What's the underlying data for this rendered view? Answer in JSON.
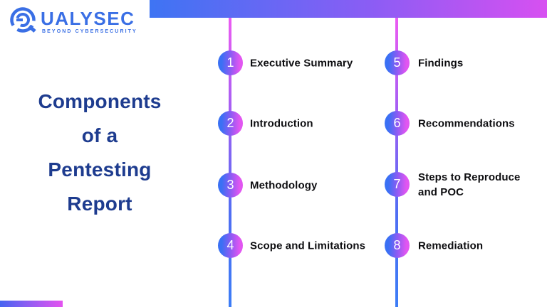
{
  "logo": {
    "brand": "QUALYSEC",
    "brand_after_icon": "UALYSEC",
    "tagline": "BEYOND CYBERSECURITY"
  },
  "title": {
    "full": "Components of a Pentesting Report",
    "lines": [
      "Components",
      "of a",
      "Pentesting",
      "Report"
    ]
  },
  "timeline": {
    "left": [
      {
        "number": "1",
        "label": "Executive Summary"
      },
      {
        "number": "2",
        "label": "Introduction"
      },
      {
        "number": "3",
        "label": "Methodology"
      },
      {
        "number": "4",
        "label": "Scope and Limitations"
      }
    ],
    "right": [
      {
        "number": "5",
        "label": "Findings"
      },
      {
        "number": "6",
        "label": "Recommendations"
      },
      {
        "number": "7",
        "label": "Steps to Reproduce and POC"
      },
      {
        "number": "8",
        "label": "Remediation"
      }
    ]
  },
  "colors": {
    "brand_blue": "#3A6FE5",
    "title_navy": "#1E3C8F",
    "gradient_blue": "#3E74F3",
    "gradient_magenta": "#D750F1",
    "label_black": "#0D0D10",
    "background": "#FFFFFF"
  }
}
